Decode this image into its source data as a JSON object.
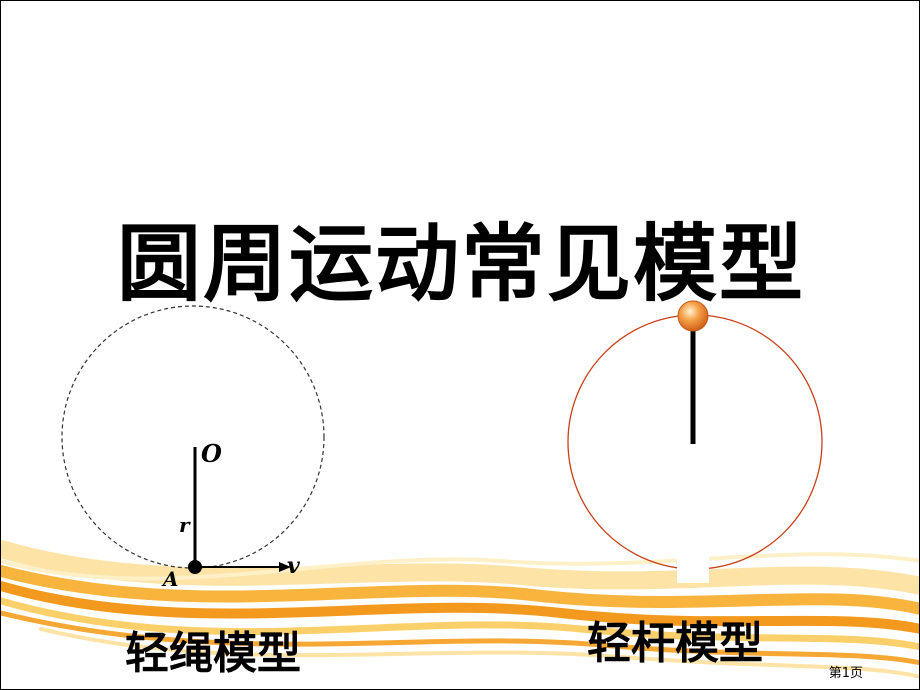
{
  "slide": {
    "title": "圆周运动常见模型",
    "rope_model": {
      "caption": "轻绳模型",
      "label_center": "O",
      "label_radius": "r",
      "label_point": "A",
      "label_velocity": "v"
    },
    "rod_model": {
      "caption": "轻杆模型"
    },
    "page_number": "第1页"
  },
  "colors": {
    "wave_orange": "#f39a1e",
    "wave_light": "#fbd06a",
    "rod_circle": "#c8401a",
    "ball": "#f28a2e"
  }
}
